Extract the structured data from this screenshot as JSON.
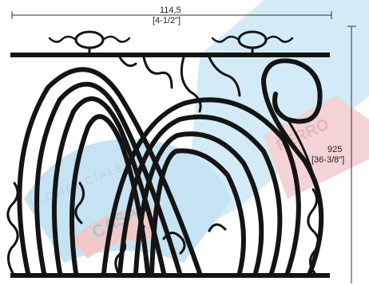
{
  "dimensions": {
    "width_metric": "114,5",
    "width_imperial": "[4-1/2\"]",
    "height_metric": "925",
    "height_imperial": "[36-3/8\"]"
  },
  "watermark": {
    "lettering": "CASA DEL FERRO – ICOMERCIALE"
  },
  "colors": {
    "iron": "#141414",
    "watermark_blue": "#a8d8ee",
    "watermark_red": "#e8b2b2",
    "dimension_line": "#333333",
    "background": "#ffffff"
  }
}
